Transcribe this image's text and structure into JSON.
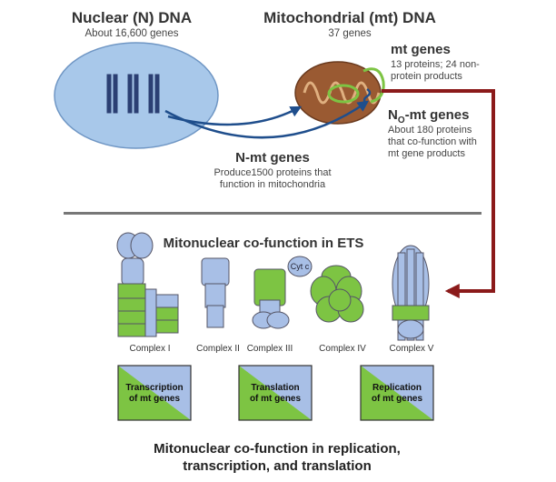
{
  "nuclear": {
    "title": "Nuclear (N) DNA",
    "subtitle": "About 16,600 genes"
  },
  "mito": {
    "title": "Mitochondrial (mt) DNA",
    "subtitle": "37 genes"
  },
  "mt_genes": {
    "title": "mt genes",
    "line1": "13 proteins; 24 non-",
    "line2": "protein products"
  },
  "no_mt_genes": {
    "title_main": "N",
    "title_sub": "O",
    "title_rest": "-mt genes",
    "line1": "About 180 proteins",
    "line2": "that co-function with",
    "line3": "mt gene products"
  },
  "n_mt_genes": {
    "title": "N-mt genes",
    "line1": "Produce1500 proteins that",
    "line2": "function in mitochondria"
  },
  "ets": {
    "title": "Mitonuclear co-function in ETS",
    "cytc": "Cyt c",
    "complexes": [
      "Complex I",
      "Complex II",
      "Complex III",
      "Complex IV",
      "Complex V"
    ]
  },
  "boxes": [
    {
      "line1": "Transcription",
      "line2": "of mt genes"
    },
    {
      "line1": "Translation",
      "line2": "of mt genes"
    },
    {
      "line1": "Replication",
      "line2": "of mt genes"
    }
  ],
  "footer": {
    "line1": "Mitonuclear co-function in replication,",
    "line2": "transcription, and translation"
  },
  "colors": {
    "nucleus": "#a8c8ea",
    "green": "#7dc443",
    "blue_protein": "#a8bfe6",
    "mito": "#9a5a32",
    "arrow_blue": "#1f4e8c",
    "arrow_red": "#8b1a1a",
    "divider": "#777777"
  }
}
